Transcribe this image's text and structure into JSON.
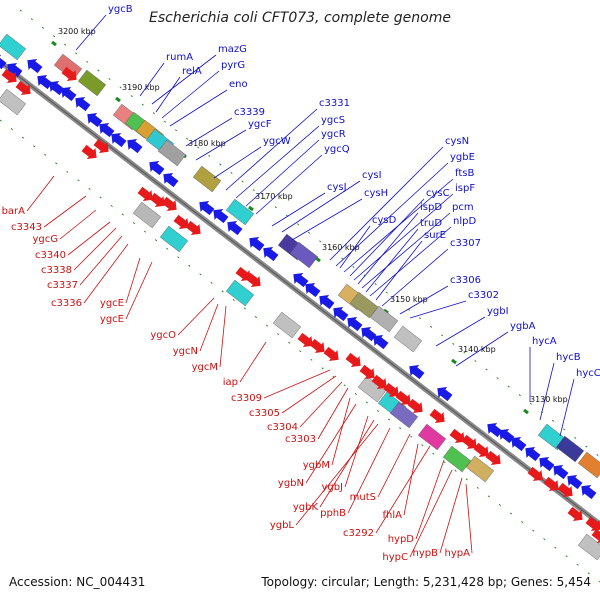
{
  "title": "Escherichia coli CFT073, complete genome",
  "footer": {
    "accession": "Accession: NC_004431",
    "summary": "Topology: circular; Length: 5,231,428 bp; Genes: 5,454"
  },
  "colors": {
    "forward_label": "#1010c8",
    "reverse_label": "#cc1010",
    "forward_gene": "#1a1ae6",
    "reverse_gene": "#e61a1a",
    "backbone": "#8a8a8a",
    "tick": "#1a8a1a"
  },
  "ruler": [
    "3200 kbp",
    "3190 kbp",
    "3180 kbp",
    "3170 kbp",
    "3160 kbp",
    "3150 kbp",
    "3140 kbp",
    "3130 kbp"
  ],
  "forward_labels": [
    "ygcB",
    "rumA",
    "mazG",
    "relA",
    "pyrG",
    "eno",
    "c3339",
    "ygcF",
    "ygcW",
    "c3331",
    "ygcS",
    "ygcR",
    "ygcQ",
    "cysJ",
    "cysI",
    "cysH",
    "cysN",
    "ygbE",
    "cysD",
    "ftsB",
    "cysC",
    "ispF",
    "ispD",
    "pcm",
    "truD",
    "nlpD",
    "surE",
    "c3307",
    "c3306",
    "c3302",
    "ygbI",
    "ygbA",
    "hycA",
    "hycB",
    "hycC"
  ],
  "reverse_labels": [
    "barA",
    "c3343",
    "ygcG",
    "c3340",
    "c3338",
    "c3337",
    "c3336",
    "ygcE",
    "ygcE",
    "ygcO",
    "ygcN",
    "ygcM",
    "iap",
    "c3309",
    "c3305",
    "c3304",
    "c3303",
    "ygbM",
    "ygbN",
    "ygbJ",
    "ygbK",
    "ygbL",
    "pphB",
    "mutS",
    "c3292",
    "fhlA",
    "hypD",
    "hypC",
    "hypB",
    "hypA"
  ]
}
